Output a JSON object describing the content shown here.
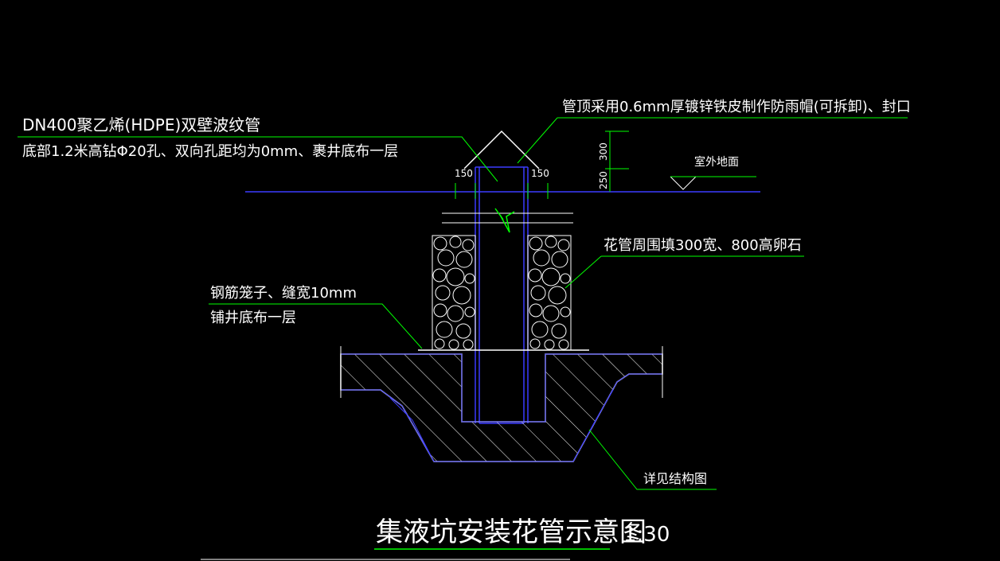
{
  "labels": {
    "pipe_spec": "DN400聚乙烯(HDPE)双壁波纹管",
    "pipe_holes": "底部1.2米高钻Φ20孔、双向孔距均为0mm、裹井底布一层",
    "rain_cap": "管顶采用0.6mm厚镀锌铁皮制作防雨帽(可拆卸)、封口",
    "outdoor_ground": "室外地面",
    "gravel_fill": "花管周围填300宽、800高卵石",
    "rebar_cage_line1": "钢筋笼子、缝宽10mm",
    "rebar_cage_line2": "铺井底布一层",
    "see_structure": "详见结构图"
  },
  "dimensions": {
    "left_offset": "150",
    "right_offset": "150",
    "cap_height": "300",
    "pipe_above_ground": "250"
  },
  "title": {
    "text": "集液坑安装花管示意图",
    "scale": "1:30"
  },
  "colors": {
    "background": "#000000",
    "leader_green": "#00ff00",
    "pipe_blue": "#3b3bff",
    "drawing_white": "#ffffff"
  }
}
